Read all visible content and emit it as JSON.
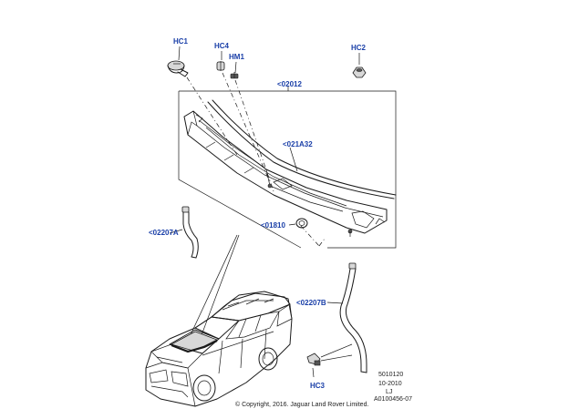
{
  "callouts": {
    "hc1": "HC1",
    "hc4": "HC4",
    "hm1": "HM1",
    "hc2": "HC2",
    "c02012": "<02012",
    "c021a32": "<021A32",
    "c01810": "<01810",
    "c02207a": "<02207A",
    "c02207b": "<02207B",
    "hc3": "HC3"
  },
  "meta": {
    "ref_line1": "5010120",
    "ref_line2": "10-2010",
    "ref_line3": "LJ",
    "ref_line4": "A0100456-07",
    "copyright": "© Copyright, 2016. Jaguar Land Rover Limited."
  },
  "colors": {
    "callout": "#1a3fa8",
    "line": "#1a1a1a"
  }
}
